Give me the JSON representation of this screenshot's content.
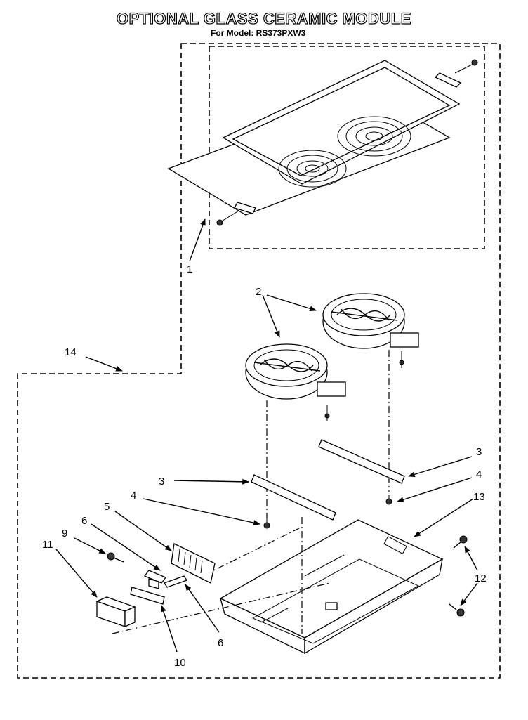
{
  "title": "OPTIONAL GLASS CERAMIC MODULE",
  "subtitle": "For Model: RS373PXW3",
  "callouts": {
    "c1": "1",
    "c2": "2",
    "c3a": "3",
    "c3b": "3",
    "c4a": "4",
    "c4b": "4",
    "c5": "5",
    "c6a": "6",
    "c6b": "6",
    "c9": "9",
    "c10": "10",
    "c11": "11",
    "c12": "12",
    "c13": "13",
    "c14": "14"
  }
}
